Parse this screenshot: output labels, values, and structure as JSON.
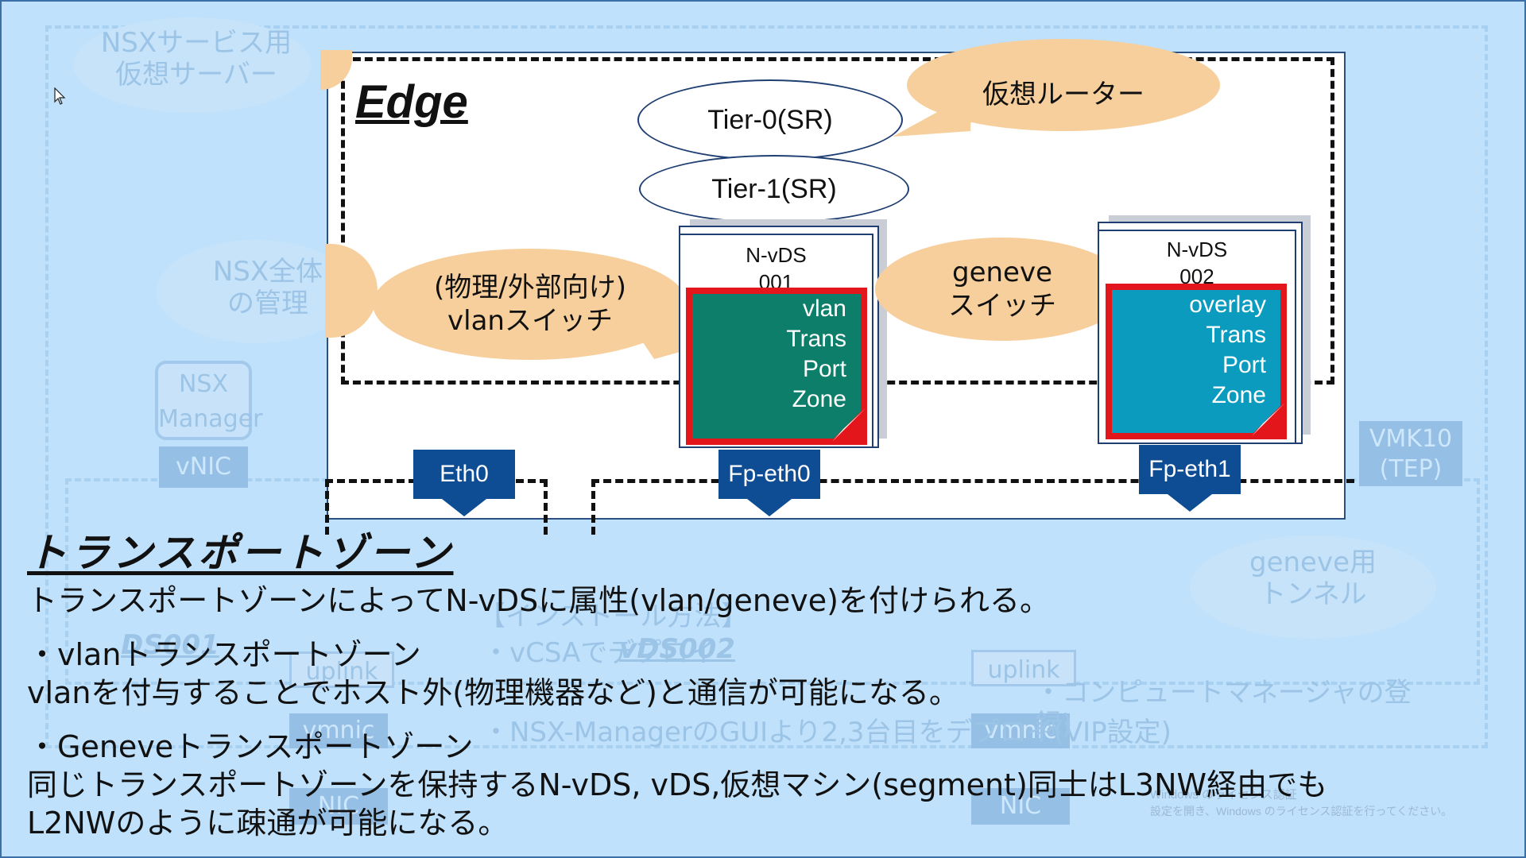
{
  "background_faded": {
    "nsx_service_vm": "NSXサービス用\n仮想サーバー",
    "nsx_manage": "NSX全体\nの管理",
    "nsx_manager_box": "NSX\nManager",
    "vnic_left": "vNIC",
    "vmk10": "VMK10\n(TEP)",
    "geneve_tunnel": "geneve用\nトンネル",
    "ds001": "DS001",
    "vds002": "vDS002",
    "uplink_left": "uplink",
    "uplink_right": "uplink",
    "vmnic_left": "vmnic",
    "vmnic_right": "vmnic",
    "nic_left": "NIC",
    "nic_right": "NIC",
    "bracket_text": "【インストール方法】",
    "bullet_vcsa": "・vCSAでデプロイ",
    "bullet_compute": "・コンピュートマネージャの登録)",
    "bullet_gui": "・NSX-ManagerのGUIより2,3台目をデプロイ(VIP設定)",
    "windows_line1": "Windows のライセンス認証",
    "windows_line2": "設定を開き、Windows のライセンス認証を行ってください。"
  },
  "diagram": {
    "edge_title": "Edge",
    "tier0": "Tier-0(SR)",
    "tier1": "Tier-1(SR)",
    "bubble_router": "仮想ルーター",
    "bubble_vlan_line1": "(物理/外部向け)",
    "bubble_vlan_line2": "vlanスイッチ",
    "bubble_geneve_line1": "geneve",
    "bubble_geneve_line2": "スイッチ",
    "nvds1_line1": "N-vDS",
    "nvds1_line2": "001",
    "nvds2_line1": "N-vDS",
    "nvds2_line2": "002",
    "zone1_lines": [
      "vlan",
      "Trans",
      "Port",
      "Zone"
    ],
    "zone2_lines": [
      "overlay",
      "Trans",
      "Port",
      "Zone"
    ],
    "port_eth0": "Eth0",
    "port_fp0": "Fp-eth0",
    "port_fp1": "Fp-eth1",
    "colors": {
      "vlan_zone": "#0c7e6a",
      "overlay_zone": "#0b9bbf",
      "zone_border": "#e3161c",
      "port": "#0e4c93",
      "bubble": "#f7cf9c"
    }
  },
  "section": {
    "title": "トランスポートゾーン",
    "line1": "トランスポートゾーンによってN-vDSに属性(vlan/geneve)を付けられる。",
    "vlan_head": "・vlanトランスポートゾーン",
    "vlan_body": "vlanを付与することでホスト外(物理機器など)と通信が可能になる。",
    "geneve_head": "・Geneveトランスポートゾーン",
    "geneve_body1": "同じトランスポートゾーンを保持するN-vDS, vDS,仮想マシン(segment)同士はL3NW経由でも",
    "geneve_body2": "L2NWのように疎通が可能になる。"
  }
}
